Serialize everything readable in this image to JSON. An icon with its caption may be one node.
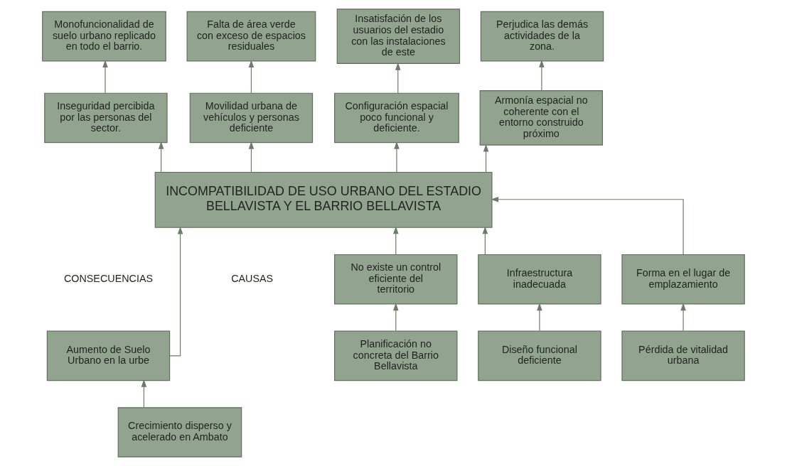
{
  "diagram": {
    "nodes": [
      {
        "text": [
          "Monofuncionalidad de suelo urbano replicado en todo el barrio."
        ]
      },
      {
        "text": [
          "Falta de área verde con exceso de espacios residuales"
        ]
      },
      {
        "text": [
          "Insatisfación de los usuarios del estadio con las instalaciones de este"
        ]
      },
      {
        "text": [
          "Perjudica las demás actividades de la zona."
        ]
      },
      {
        "text": [
          "Inseguridad percibida por las personas del sector."
        ]
      },
      {
        "text": [
          "Movilidad urbana de vehículos y personas deficiente"
        ]
      },
      {
        "text": [
          "Configuración espacial poco funcional y deficiente."
        ]
      },
      {
        "text": [
          "Armonía espacial no coherente con el entorno construido próximo"
        ]
      },
      {
        "text": [
          "INCOMPATIBILIDAD DE USO URBANO DEL ESTADIO BELLAVISTA Y EL BARRIO BELLAVISTA"
        ]
      },
      {
        "text": [
          "Aumento de Suelo Urbano en la urbe"
        ]
      },
      {
        "text": [
          "No existe un control eficiente del territorio"
        ]
      },
      {
        "text": [
          "Infraestructura inadecuada"
        ]
      },
      {
        "text": [
          "Forma en el lugar de emplazamiento"
        ]
      },
      {
        "text": [
          "Crecimiento disperso y acelerado en Ambato"
        ]
      },
      {
        "text": [
          "Planificación no concreta del Barrio Bellavista"
        ]
      },
      {
        "text": [
          "Diseño funcional deficiente"
        ]
      },
      {
        "text": [
          "Pérdida de vitalidad urbana"
        ]
      }
    ],
    "edges": [
      {
        "from": 8,
        "to": 4,
        "arrow": "to"
      },
      {
        "from": 8,
        "to": 5,
        "arrow": "to"
      },
      {
        "from": 8,
        "to": 6,
        "arrow": "to"
      },
      {
        "from": 8,
        "to": 7,
        "arrow": "to"
      },
      {
        "from": 4,
        "to": 0,
        "arrow": "to"
      },
      {
        "from": 5,
        "to": 1,
        "arrow": "to"
      },
      {
        "from": 6,
        "to": 2,
        "arrow": "to"
      },
      {
        "from": 7,
        "to": 3,
        "arrow": "to"
      },
      {
        "from": 9,
        "to": 8,
        "arrow": "to"
      },
      {
        "from": 10,
        "to": 8,
        "arrow": "to"
      },
      {
        "from": 11,
        "to": 8,
        "arrow": "to"
      },
      {
        "from": 12,
        "to": 8,
        "arrow": "to"
      },
      {
        "from": 13,
        "to": 9,
        "arrow": "to"
      },
      {
        "from": 14,
        "to": 10,
        "arrow": "to"
      },
      {
        "from": 15,
        "to": 11,
        "arrow": "to"
      },
      {
        "from": 16,
        "to": 12,
        "arrow": "to"
      }
    ],
    "labels": [
      "CONSECUENCIAS",
      "CAUSAS"
    ]
  }
}
